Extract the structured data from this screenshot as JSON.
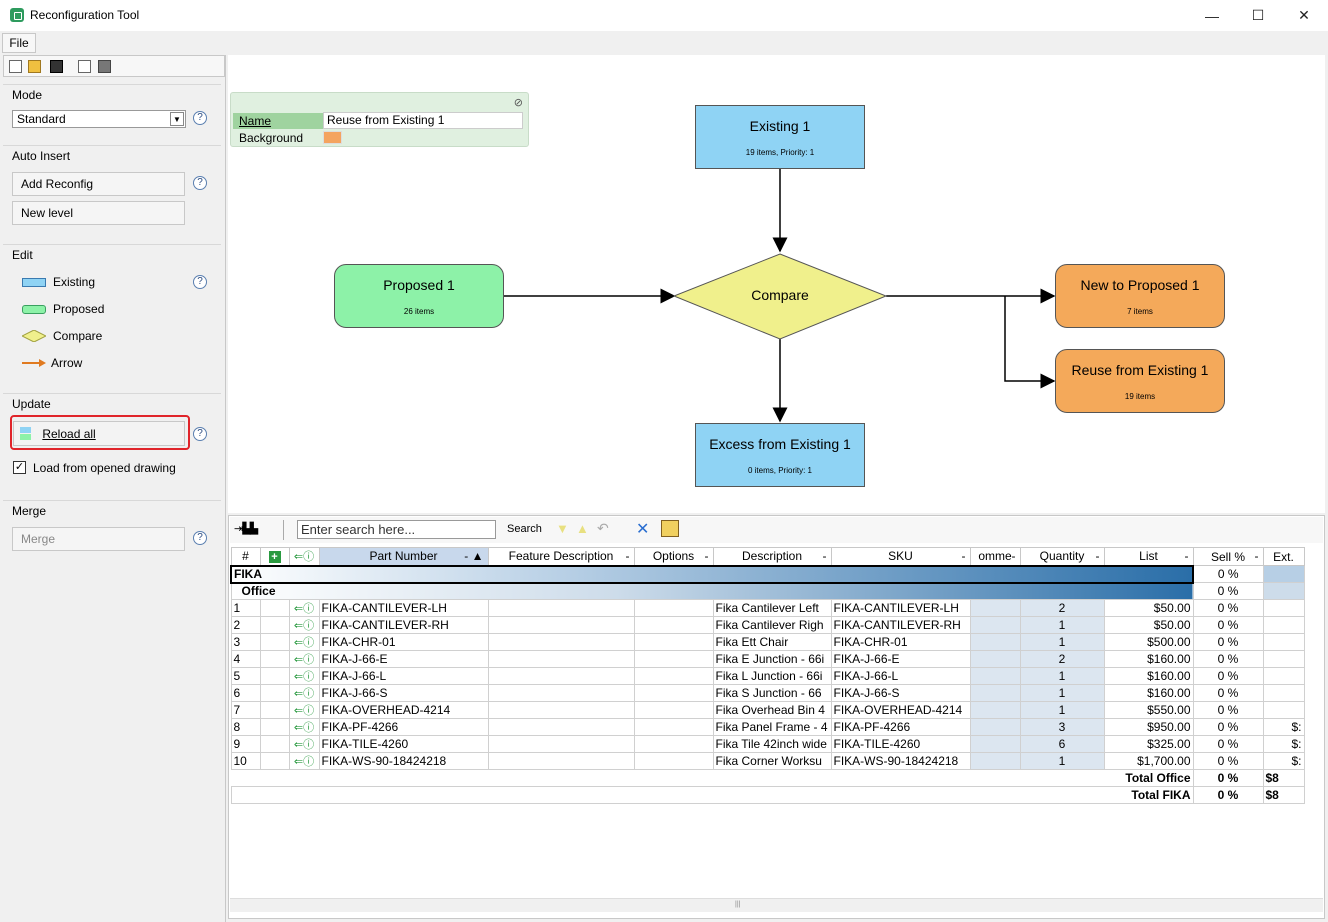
{
  "window": {
    "title": "Reconfiguration Tool",
    "min": "—",
    "max": "☐",
    "close": "✕"
  },
  "menu": {
    "file": "File"
  },
  "left": {
    "mode_header": "Mode",
    "mode_value": "Standard",
    "auto_insert_header": "Auto Insert",
    "add_reconfig": "Add Reconfig",
    "new_level": "New level",
    "edit_header": "Edit",
    "legend": {
      "existing": "Existing",
      "proposed": "Proposed",
      "compare": "Compare",
      "arrow": "Arrow"
    },
    "update_header": "Update",
    "reload_all": "Reload all",
    "load_from_opened": "Load from opened drawing",
    "merge_header": "Merge",
    "merge": "Merge",
    "help": "?"
  },
  "props": {
    "name_label": "Name",
    "name_value": "Reuse from Existing 1",
    "background_label": "Background",
    "background_color": "#f4a460"
  },
  "diagram": {
    "existing": {
      "title": "Existing 1",
      "sub": "19 items, Priority: 1"
    },
    "proposed": {
      "title": "Proposed 1",
      "sub": "26 items"
    },
    "compare": {
      "title": "Compare"
    },
    "new_to_proposed": {
      "title": "New to Proposed 1",
      "sub": "7 items"
    },
    "reuse": {
      "title": "Reuse from Existing 1",
      "sub": "19 items"
    },
    "excess": {
      "title": "Excess from Existing 1",
      "sub": "0 items, Priority: 1"
    },
    "colors": {
      "blue": "#8fd3f4",
      "green": "#8df2a8",
      "yellow": "#f0f08c",
      "orange": "#f4a95a"
    }
  },
  "grid": {
    "search_placeholder": "Enter search here...",
    "search_label": "Search",
    "headers": [
      "#",
      "",
      "",
      "Part Number",
      "Feature Description",
      "Options",
      "Description",
      "SKU",
      "omme",
      "Quantity",
      "List",
      "Sell %",
      "Ext."
    ],
    "group1": "FIKA",
    "group2": "Office",
    "group_pct": "0 %",
    "rows": [
      [
        "1",
        "FIKA-CANTILEVER-LH",
        "Fika Cantilever Left",
        "FIKA-CANTILEVER-LH",
        "2",
        "$50.00",
        "0 %",
        ""
      ],
      [
        "2",
        "FIKA-CANTILEVER-RH",
        "Fika Cantilever Righ",
        "FIKA-CANTILEVER-RH",
        "1",
        "$50.00",
        "0 %",
        ""
      ],
      [
        "3",
        "FIKA-CHR-01",
        "Fika Ett Chair",
        "FIKA-CHR-01",
        "1",
        "$500.00",
        "0 %",
        ""
      ],
      [
        "4",
        "FIKA-J-66-E",
        "Fika E Junction - 66i",
        "FIKA-J-66-E",
        "2",
        "$160.00",
        "0 %",
        ""
      ],
      [
        "5",
        "FIKA-J-66-L",
        "Fika L Junction - 66i",
        "FIKA-J-66-L",
        "1",
        "$160.00",
        "0 %",
        ""
      ],
      [
        "6",
        "FIKA-J-66-S",
        "Fika S Junction - 66",
        "FIKA-J-66-S",
        "1",
        "$160.00",
        "0 %",
        ""
      ],
      [
        "7",
        "FIKA-OVERHEAD-4214",
        "Fika Overhead Bin 4",
        "FIKA-OVERHEAD-4214",
        "1",
        "$550.00",
        "0 %",
        ""
      ],
      [
        "8",
        "FIKA-PF-4266",
        "Fika Panel Frame - 4",
        "FIKA-PF-4266",
        "3",
        "$950.00",
        "0 %",
        "$:"
      ],
      [
        "9",
        "FIKA-TILE-4260",
        "Fika Tile 42inch wide",
        "FIKA-TILE-4260",
        "6",
        "$325.00",
        "0 %",
        "$:"
      ],
      [
        "10",
        "FIKA-WS-90-18424218",
        "Fika Corner Worksu",
        "FIKA-WS-90-18424218",
        "1",
        "$1,700.00",
        "0 %",
        "$:"
      ]
    ],
    "total_office_label": "Total Office",
    "total_fika_label": "Total FIKA",
    "total_pct": "0 %",
    "total_ext": "$8"
  }
}
